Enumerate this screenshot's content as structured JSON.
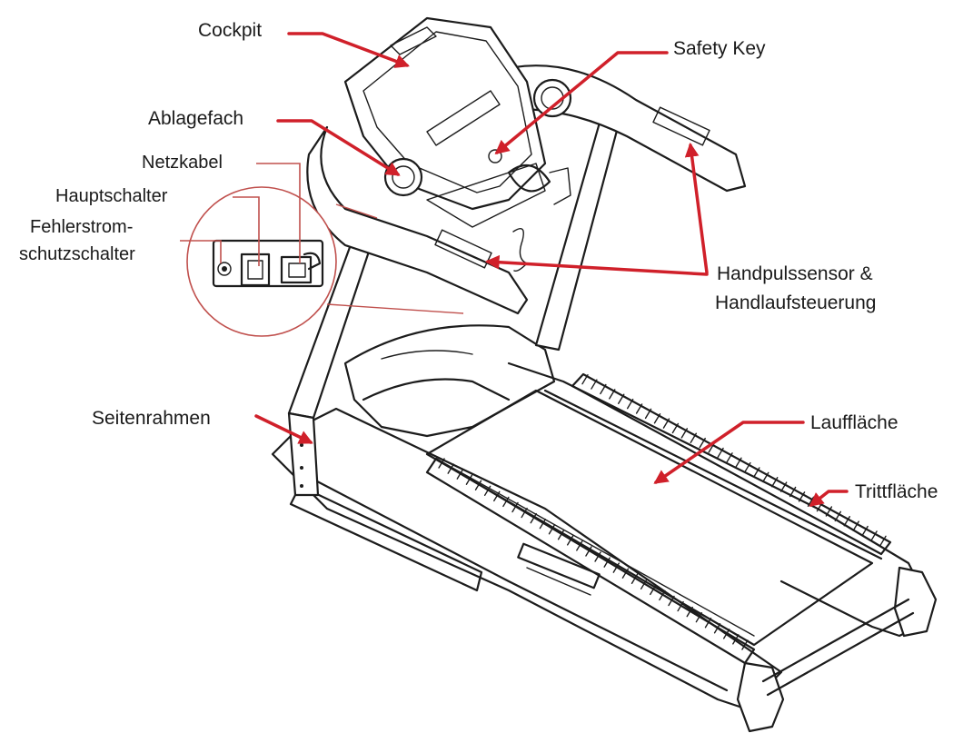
{
  "colors": {
    "accent": "#d0202a",
    "leader": "#c0504d",
    "line": "#1c1c1c"
  },
  "labels": {
    "cockpit": "Cockpit",
    "safety_key": "Safety Key",
    "ablagefach": "Ablagefach",
    "netzkabel": "Netzkabel",
    "hauptschalter": "Hauptschalter",
    "fehlerstrom_line1": "Fehlerstrom-",
    "fehlerstrom_line2": "schutzschalter",
    "handpuls_line1": "Handpulssensor &",
    "handpuls_line2": "Handlaufsteuerung",
    "seitenrahmen": "Seitenrahmen",
    "laufflaeche": "Lauffläche",
    "trittflaeche": "Trittfläche"
  }
}
